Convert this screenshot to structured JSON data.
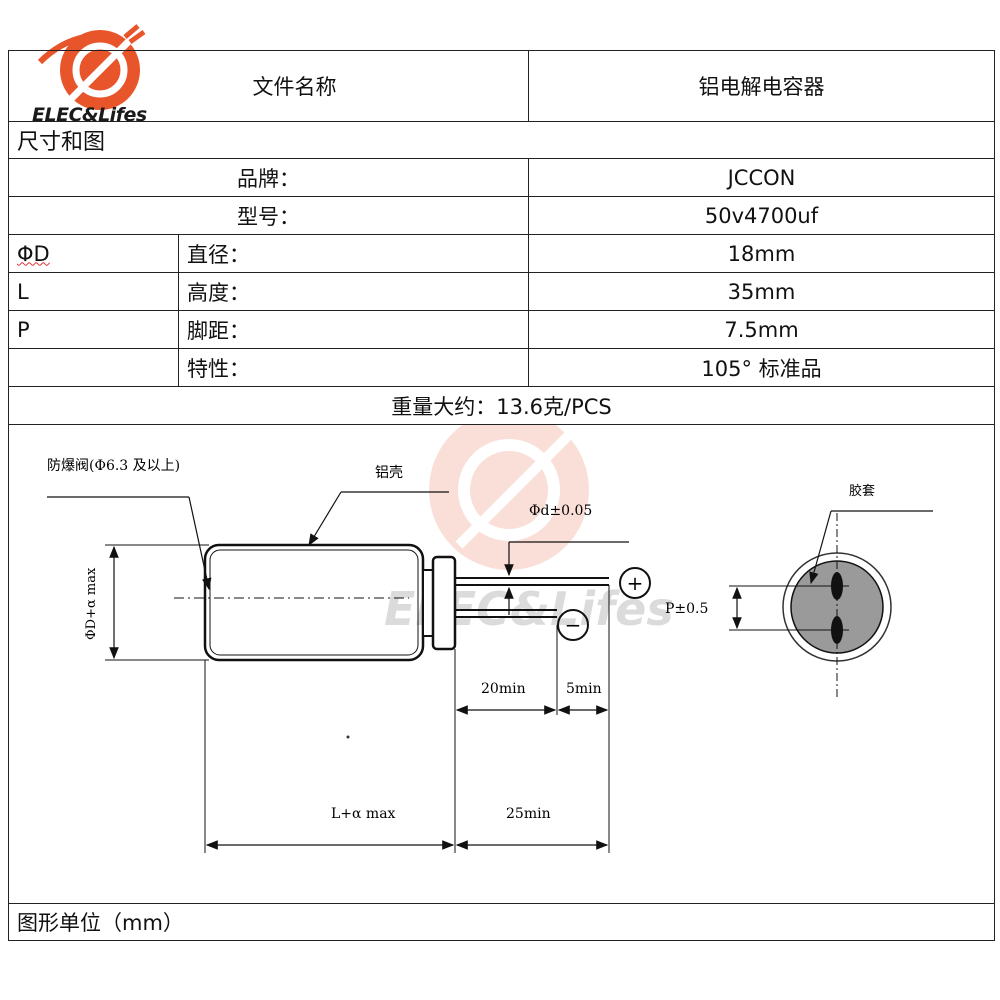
{
  "logo": {
    "text": "ELEC&Lifes",
    "color": "#e8552b"
  },
  "table": {
    "file_name_label": "文件名称",
    "file_name_value": "铝电解电容器",
    "section_dimensions": "尺寸和图",
    "brand_label": "品牌：",
    "brand_value": "JCCON",
    "model_label": "型号：",
    "model_value": "50v4700uf",
    "rows": [
      {
        "symbol": "ΦD",
        "label": "直径：",
        "value": "18mm"
      },
      {
        "symbol": "L",
        "label": "高度：",
        "value": "35mm"
      },
      {
        "symbol": "P",
        "label": "脚距：",
        "value": "7.5mm"
      },
      {
        "symbol": "",
        "label": "特性：",
        "value": "105° 标准品"
      }
    ],
    "weight": "重量大约：13.6克/PCS",
    "unit_note": "图形单位（mm）"
  },
  "diagram": {
    "vent_label": "防爆阀(Φ6.3 及以上)",
    "shell_label": "铝壳",
    "lead_dia_label": "Φd±0.05",
    "diameter_label": "ΦD+α max",
    "length_label": "L+α max",
    "lead20_label": "20min",
    "lead5_label": "5min",
    "lead25_label": "25min",
    "plus_sign": "+",
    "minus_sign": "−",
    "sleeve_label": "胶套",
    "pitch_label": "P±0.5",
    "watermark_text": "ELEC&Lifes"
  }
}
